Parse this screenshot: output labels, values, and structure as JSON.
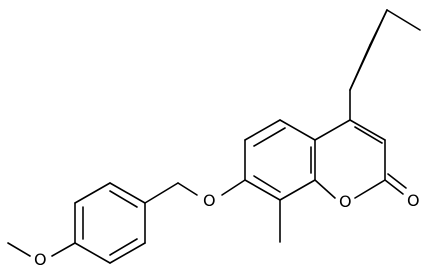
{
  "molecule": {
    "atom_labels": {
      "ether_oxygen": "O",
      "methoxy_oxygen": "O",
      "ring_oxygen": "O",
      "carbonyl_oxygen": "O"
    },
    "colors": {
      "bond": "#000000",
      "label": "#000000",
      "background": "#ffffff"
    }
  }
}
